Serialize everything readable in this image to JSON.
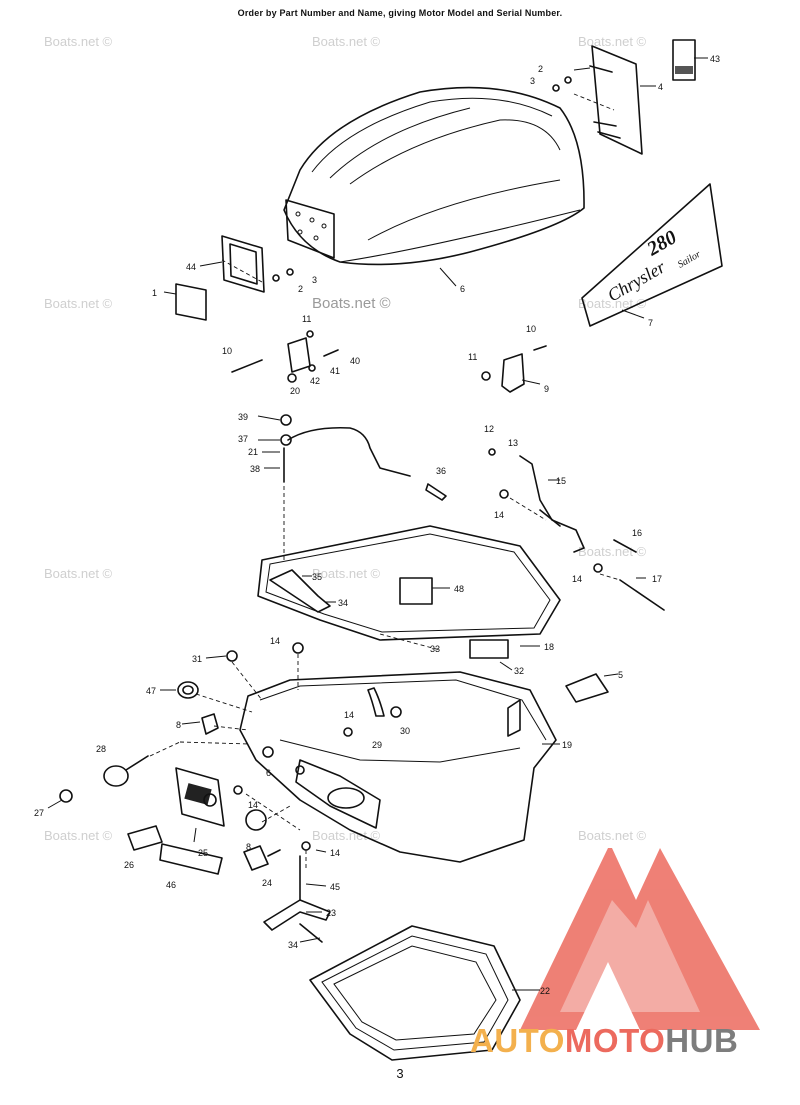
{
  "header": {
    "instruction": "Order by Part Number and Name, giving Motor Model and Serial Number."
  },
  "page_number": "3",
  "watermark": {
    "text": "Boats.net ©"
  },
  "decal": {
    "brand": "Chrysler",
    "model": "280",
    "name": "Sailor"
  },
  "logo": {
    "part1": "AUTO",
    "part2": "MOTO",
    "part3": "HUB",
    "colors": {
      "orange": "#f3b04d",
      "red": "#ec6a5e",
      "gray": "#7d7d7d"
    }
  },
  "callouts": [
    "43",
    "2",
    "3",
    "4",
    "44",
    "2",
    "3",
    "6",
    "1",
    "7",
    "11",
    "10",
    "40",
    "41",
    "20",
    "42",
    "10",
    "11",
    "9",
    "39",
    "37",
    "21",
    "38",
    "36",
    "12",
    "13",
    "15",
    "14",
    "16",
    "14",
    "17",
    "35",
    "34",
    "48",
    "14",
    "33",
    "18",
    "32",
    "31",
    "47",
    "5",
    "8",
    "14",
    "29",
    "30",
    "19",
    "28",
    "6",
    "27",
    "14",
    "25",
    "8",
    "26",
    "46",
    "24",
    "14",
    "45",
    "23",
    "34",
    "22"
  ]
}
